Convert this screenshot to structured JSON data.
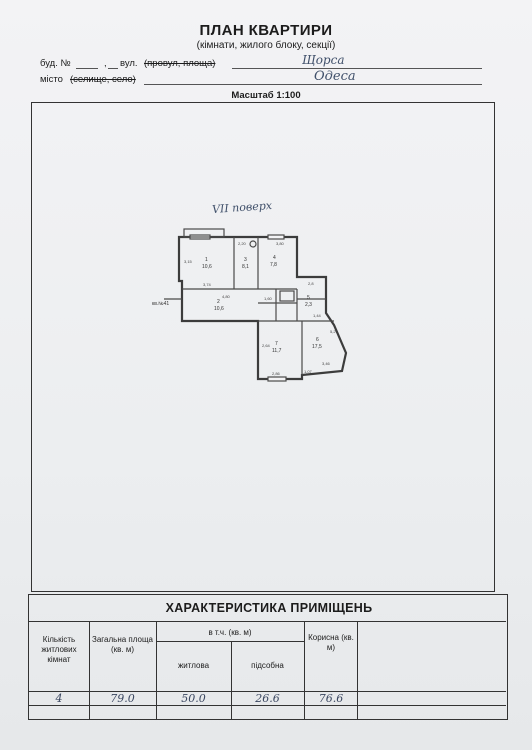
{
  "header": {
    "title": "ПЛАН КВАРТИРИ",
    "subtitle": "(кімнати, жилого блоку, секції)",
    "bud_label": "буд. №",
    "bud_sep": ",",
    "street_label": "вул.",
    "street_struck": "(провул, площа)",
    "street_value": "Щорса",
    "city_label": "місто",
    "city_struck": "(селище, село)",
    "city_value": "Одеса",
    "scale": "Масштаб 1:100"
  },
  "plan": {
    "floor_note": "VII поверх",
    "stair_label": "кв.№41",
    "rooms": [
      {
        "num": "1",
        "area": "10,6"
      },
      {
        "num": "2",
        "area": "10,6"
      },
      {
        "num": "3",
        "area": "8,1"
      },
      {
        "num": "4",
        "area": "7,8"
      },
      {
        "num": "5",
        "area": "2,3"
      },
      {
        "num": "6",
        "area": "17,5"
      },
      {
        "num": "7",
        "area": "11,7"
      }
    ],
    "dims": [
      "3,15",
      "2,20",
      "3,80",
      "3,74",
      "4,80",
      "1,60",
      "2,64",
      "5,27",
      "2,86",
      "1,07",
      "3,46",
      "1,44",
      "2,8"
    ]
  },
  "table": {
    "title": "ХАРАКТЕРИСТИКА ПРИМІЩЕНЬ",
    "col_rooms": "Кількість житлових кімнат",
    "col_total": "Загальна площа (кв. м)",
    "col_incl": "в т.ч. (кв. м)",
    "col_living": "житлова",
    "col_aux": "підсобна",
    "col_useful": "Корисна (кв. м)",
    "v_rooms": "4",
    "v_total": "79.0",
    "v_living": "50.0",
    "v_aux": "26.6",
    "v_useful": "76.6"
  }
}
